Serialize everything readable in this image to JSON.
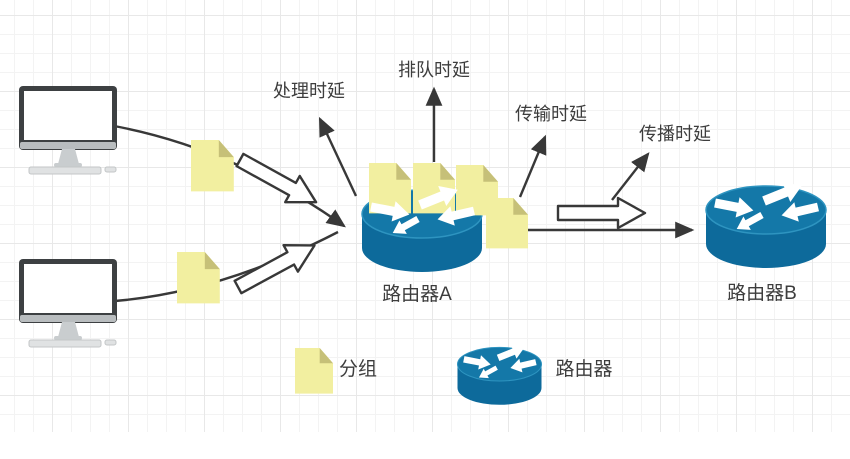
{
  "diagram": {
    "type": "network-delay-diagram",
    "labels": {
      "processing_delay": "处理时延",
      "queuing_delay": "排队时延",
      "transmission_delay": "传输时延",
      "propagation_delay": "传播时延",
      "router_a": "路由器A",
      "router_b": "路由器B"
    },
    "legend": {
      "packet_label": "分组",
      "router_label": "路由器"
    },
    "icons": {
      "host": "desktop-computer-icon",
      "packet": "note-packet-icon",
      "router": "cisco-router-icon",
      "flow": "hollow-arrow-icon"
    },
    "colors": {
      "router_body": "#0d6a9b",
      "router_top": "#1478a8",
      "packet": "#f2efa0",
      "packet_fold": "#c6c078",
      "line": "#383838",
      "text": "#3d3d3d",
      "grid_minor": "#f3f3f3",
      "grid_major": "#e8e8e8"
    }
  }
}
